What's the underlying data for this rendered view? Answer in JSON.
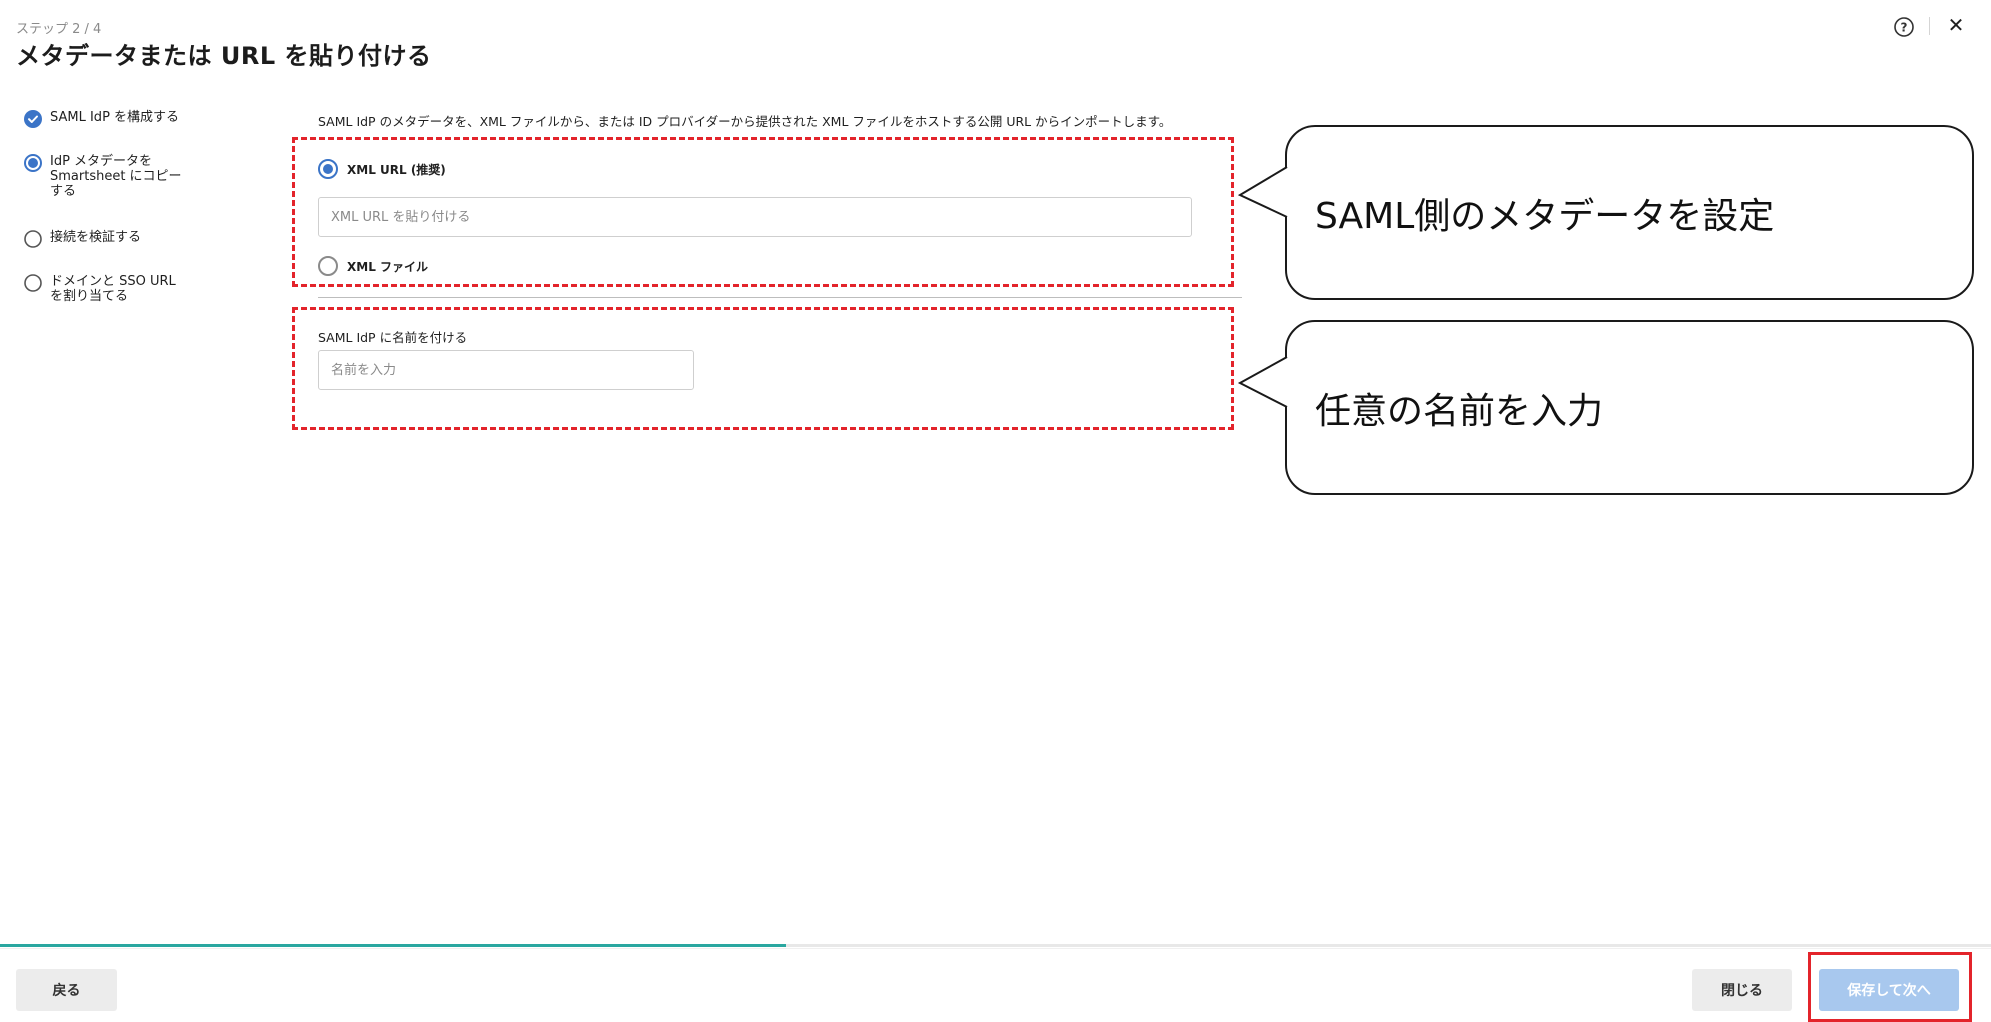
{
  "header": {
    "step": "ステップ 2 / 4",
    "title": "メタデータまたは URL を貼り付ける",
    "help_icon": "question-circle-icon",
    "close_icon": "close-x-icon"
  },
  "sidebar": {
    "items": [
      {
        "label": "SAML IdP を構成する",
        "state": "completed",
        "icon": "check-circle-icon"
      },
      {
        "label": "IdP メタデータを Smartsheet にコピーする",
        "state": "current",
        "icon": "radio-filled-icon"
      },
      {
        "label": "接続を検証する",
        "state": "pending",
        "icon": "radio-empty-icon"
      },
      {
        "label": "ドメインと SSO URL を割り当てる",
        "state": "pending",
        "icon": "radio-empty-icon"
      }
    ]
  },
  "main": {
    "intro": "SAML IdP のメタデータを、XML ファイルから、または ID プロバイダーから提供された XML ファイルをホストする公開 URL からインポートします。",
    "options": {
      "xml_url_label": "XML URL (推奨)",
      "xml_url_selected": true,
      "xml_url_placeholder": "XML URL を貼り付ける",
      "xml_file_label": "XML ファイル",
      "xml_file_selected": false
    },
    "name_field": {
      "label": "SAML IdP に名前を付ける",
      "placeholder": "名前を入力"
    }
  },
  "annotations": {
    "callout_1": "SAML側のメタデータを設定",
    "callout_2": "任意の名前を入力",
    "highlight_color": "#e3242b"
  },
  "progress": {
    "fraction": 0.395,
    "color": "#2aa7a0"
  },
  "footer": {
    "back_label": "戻る",
    "close_label": "閉じる",
    "save_next_label": "保存して次へ"
  },
  "colors": {
    "accent": "#3b74c7",
    "primary_button": "#a8c8ee",
    "progress": "#2aa7a0"
  }
}
